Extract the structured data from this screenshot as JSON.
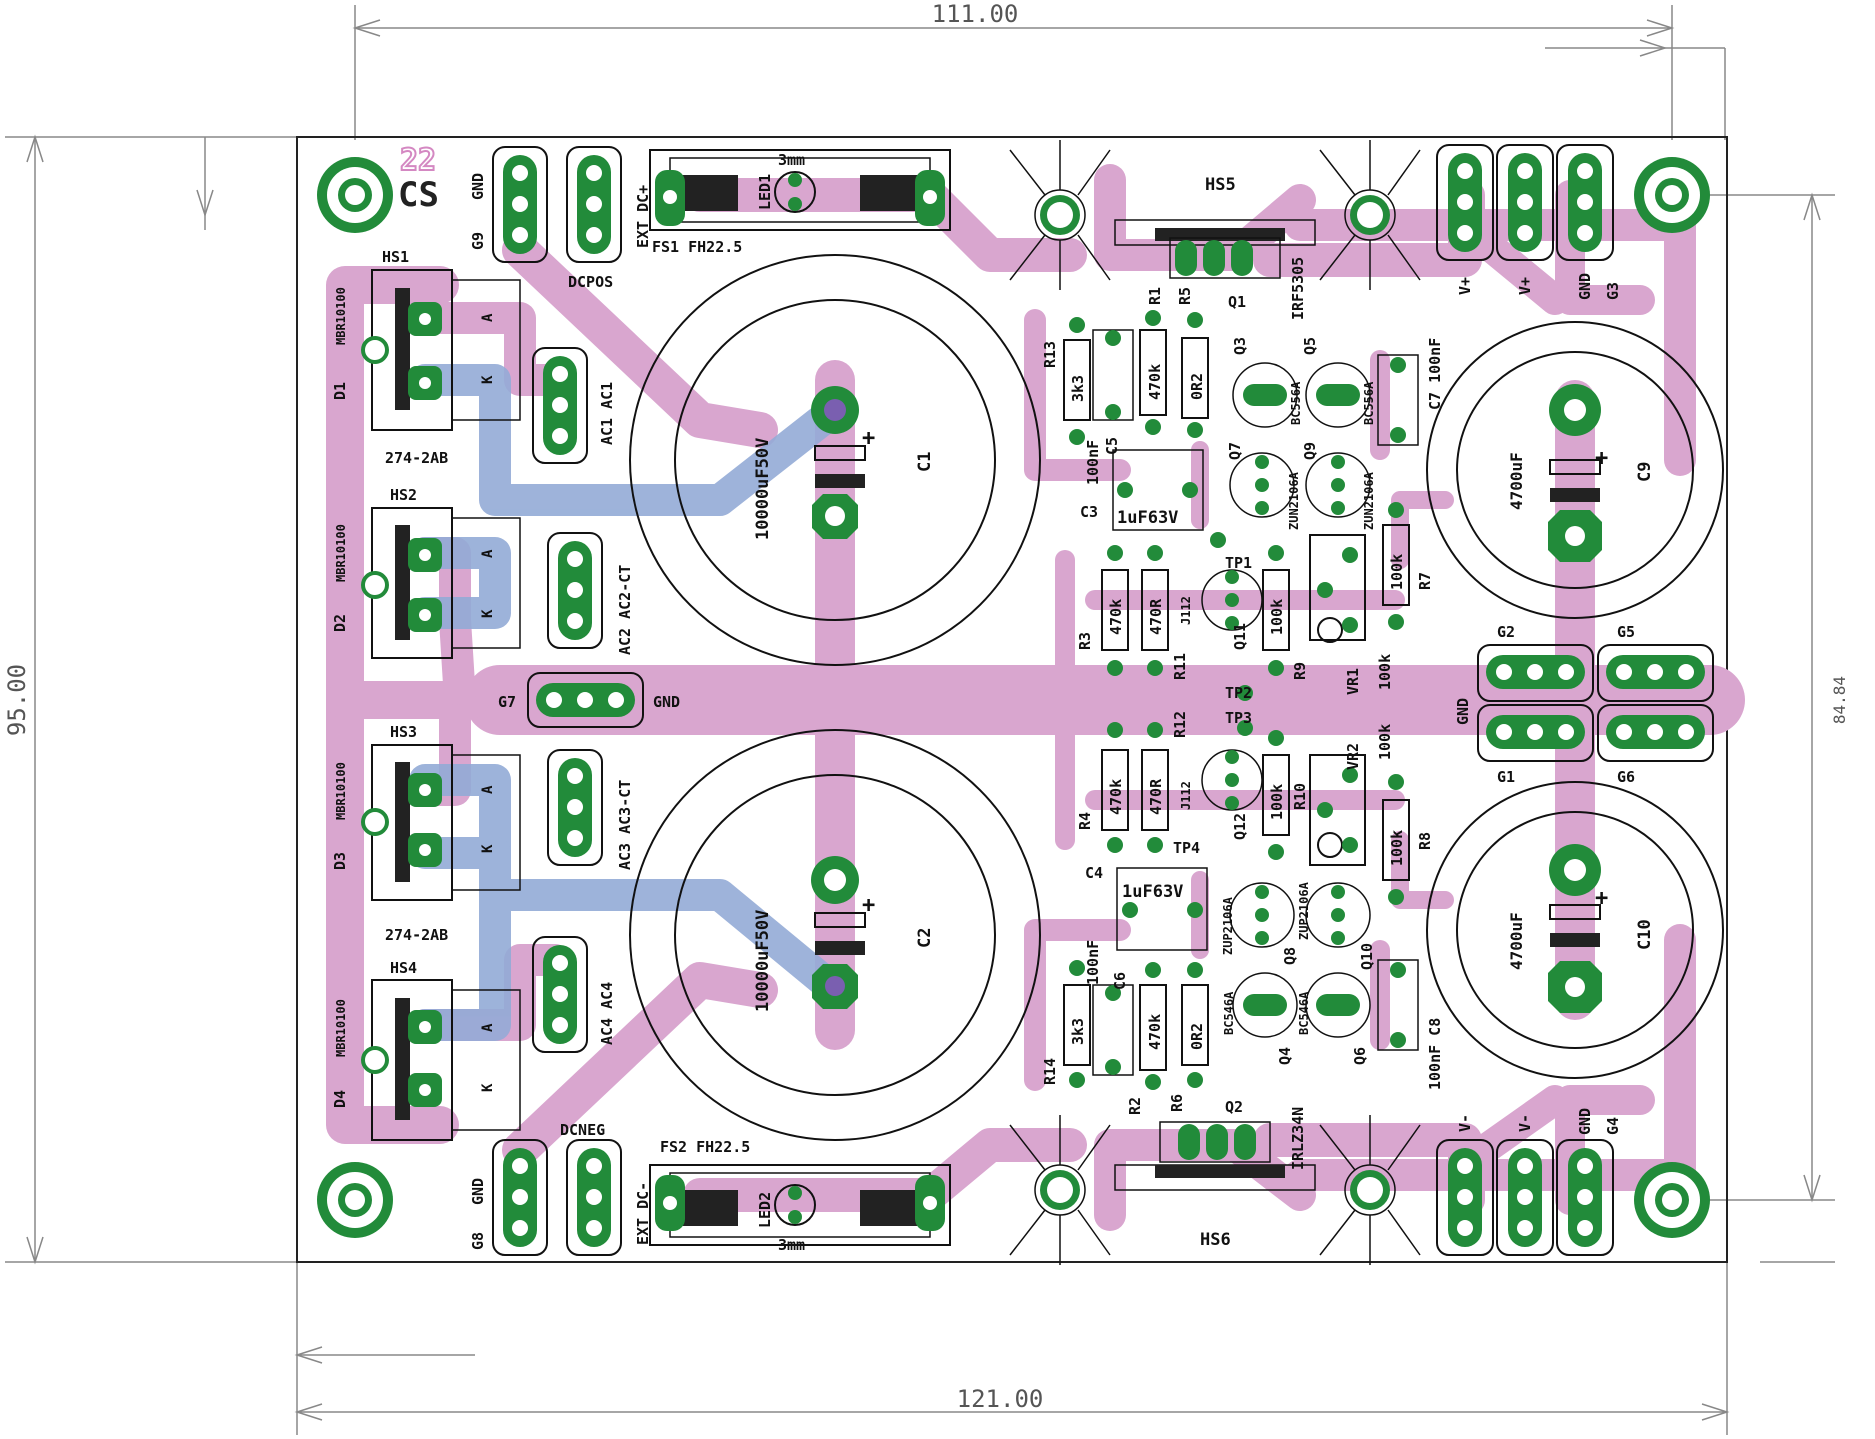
{
  "colors": {
    "top_copper": "#d9a6cf",
    "bottom_copper": "#93abd6",
    "pad": "#228b3a",
    "pad_hole": "#ffffff",
    "silkscreen": "#111111",
    "dimension": "#888888",
    "logo": "#d488c2"
  },
  "dimensions": {
    "top_width": "111.00",
    "bottom_width": "121.00",
    "left_height": "95.00",
    "right_height": "84.84"
  },
  "logo": {
    "top": "22",
    "bottom": "CS"
  },
  "connectors": {
    "g9": "G9",
    "gnd_g9": "GND",
    "dcpos": "DCPOS",
    "ext_dc_pos": "EXT DC+",
    "g8": "G8",
    "gnd_g8": "GND",
    "dcneg": "DCNEG",
    "ext_dc_neg": "EXT DC-",
    "ac1": "AC1 AC1",
    "ac2": "AC2 AC2-CT",
    "ac3": "AC3 AC3-CT",
    "ac4": "AC4 AC4",
    "g7": "G7",
    "gnd_g7": "GND",
    "vplus1": "V+",
    "vplus2": "V+",
    "gnd_g3": "GND",
    "g3": "G3",
    "vminus1": "V-",
    "vminus2": "V-",
    "gnd_g4": "GND",
    "g4": "G4",
    "g2": "G2",
    "g5": "G5",
    "g1": "G1",
    "g6": "G6",
    "gnd_center": "GND"
  },
  "fuses": {
    "fs1": "FS1 FH22.5",
    "fs2": "FS2 FH22.5",
    "led1": "LED1",
    "led2": "LED2",
    "size1": "3mm",
    "size2": "3mm"
  },
  "diodes": {
    "hs1": "HS1",
    "hs2": "HS2",
    "hs3": "HS3",
    "hs4": "HS4",
    "d1": "D1",
    "d2": "D2",
    "d3": "D3",
    "d4": "D4",
    "part1": "MBR10100",
    "part2": "MBR10100",
    "part3": "MBR10100",
    "part4": "MBR10100",
    "heatsink_a": "274-2AB",
    "heatsink_b": "274-2AB",
    "anode": "A",
    "cathode": "K"
  },
  "capacitors": {
    "c1": "C1",
    "c1_value": "10000uF50V",
    "c2": "C2",
    "c2_value": "10000uF50V",
    "c9": "C9",
    "c9_value": "4700uF",
    "c10": "C10",
    "c10_value": "4700uF",
    "c3": "C3",
    "c3_value": "1uF63V",
    "c4": "C4",
    "c4_value": "1uF63V",
    "c5": "C5",
    "c5_value": "100nF",
    "c6": "C6",
    "c6_value": "100nF",
    "c7": "C7 100nF",
    "c8": "100nF C8"
  },
  "regulator_top": {
    "hs5": "HS5",
    "q1": "Q1",
    "q1_part": "IRF5305",
    "r1": "R1",
    "r5": "R5",
    "r13": "R13",
    "r13_value": "3k3",
    "r1_value": "470k",
    "r5_value": "0R2",
    "q3": "Q3",
    "q5": "Q5",
    "q7": "Q7",
    "q9": "Q9",
    "q3_part": "BC556A",
    "q5_part": "BC556A",
    "q7_part": "ZUN2106A",
    "q9_part": "ZUN2106A",
    "r3": "R3",
    "r3_value": "470k",
    "r11": "R11",
    "r11_value": "470R",
    "q11": "Q11",
    "q11_part": "J112",
    "tp1": "TP1",
    "tp2": "TP2",
    "r9": "R9",
    "r9_value": "100k",
    "r7": "R7",
    "r7_value": "100k",
    "vr1": "VR1",
    "vr1_value": "100k"
  },
  "regulator_bottom": {
    "hs6": "HS6",
    "q2": "Q2",
    "q2_part": "IRLZ34N",
    "r2": "R2",
    "r6": "R6",
    "r14": "R14",
    "r14_value": "3k3",
    "r2_value": "470k",
    "r6_value": "0R2",
    "q4": "Q4",
    "q6": "Q6",
    "q8": "Q8",
    "q10": "Q10",
    "q4_part": "BC546A",
    "q6_part": "BC546A",
    "q8_part": "ZUP2106A",
    "q10_part": "ZUP2106A",
    "r4": "R4",
    "r4_value": "470k",
    "r12": "R12",
    "r12_value": "470R",
    "q12": "Q12",
    "q12_part": "J112",
    "tp3": "TP3",
    "tp4": "TP4",
    "r10": "R10",
    "r10_value": "100k",
    "r8": "R8",
    "r8_value": "100k",
    "vr2": "VR2",
    "vr2_value": "100k"
  }
}
